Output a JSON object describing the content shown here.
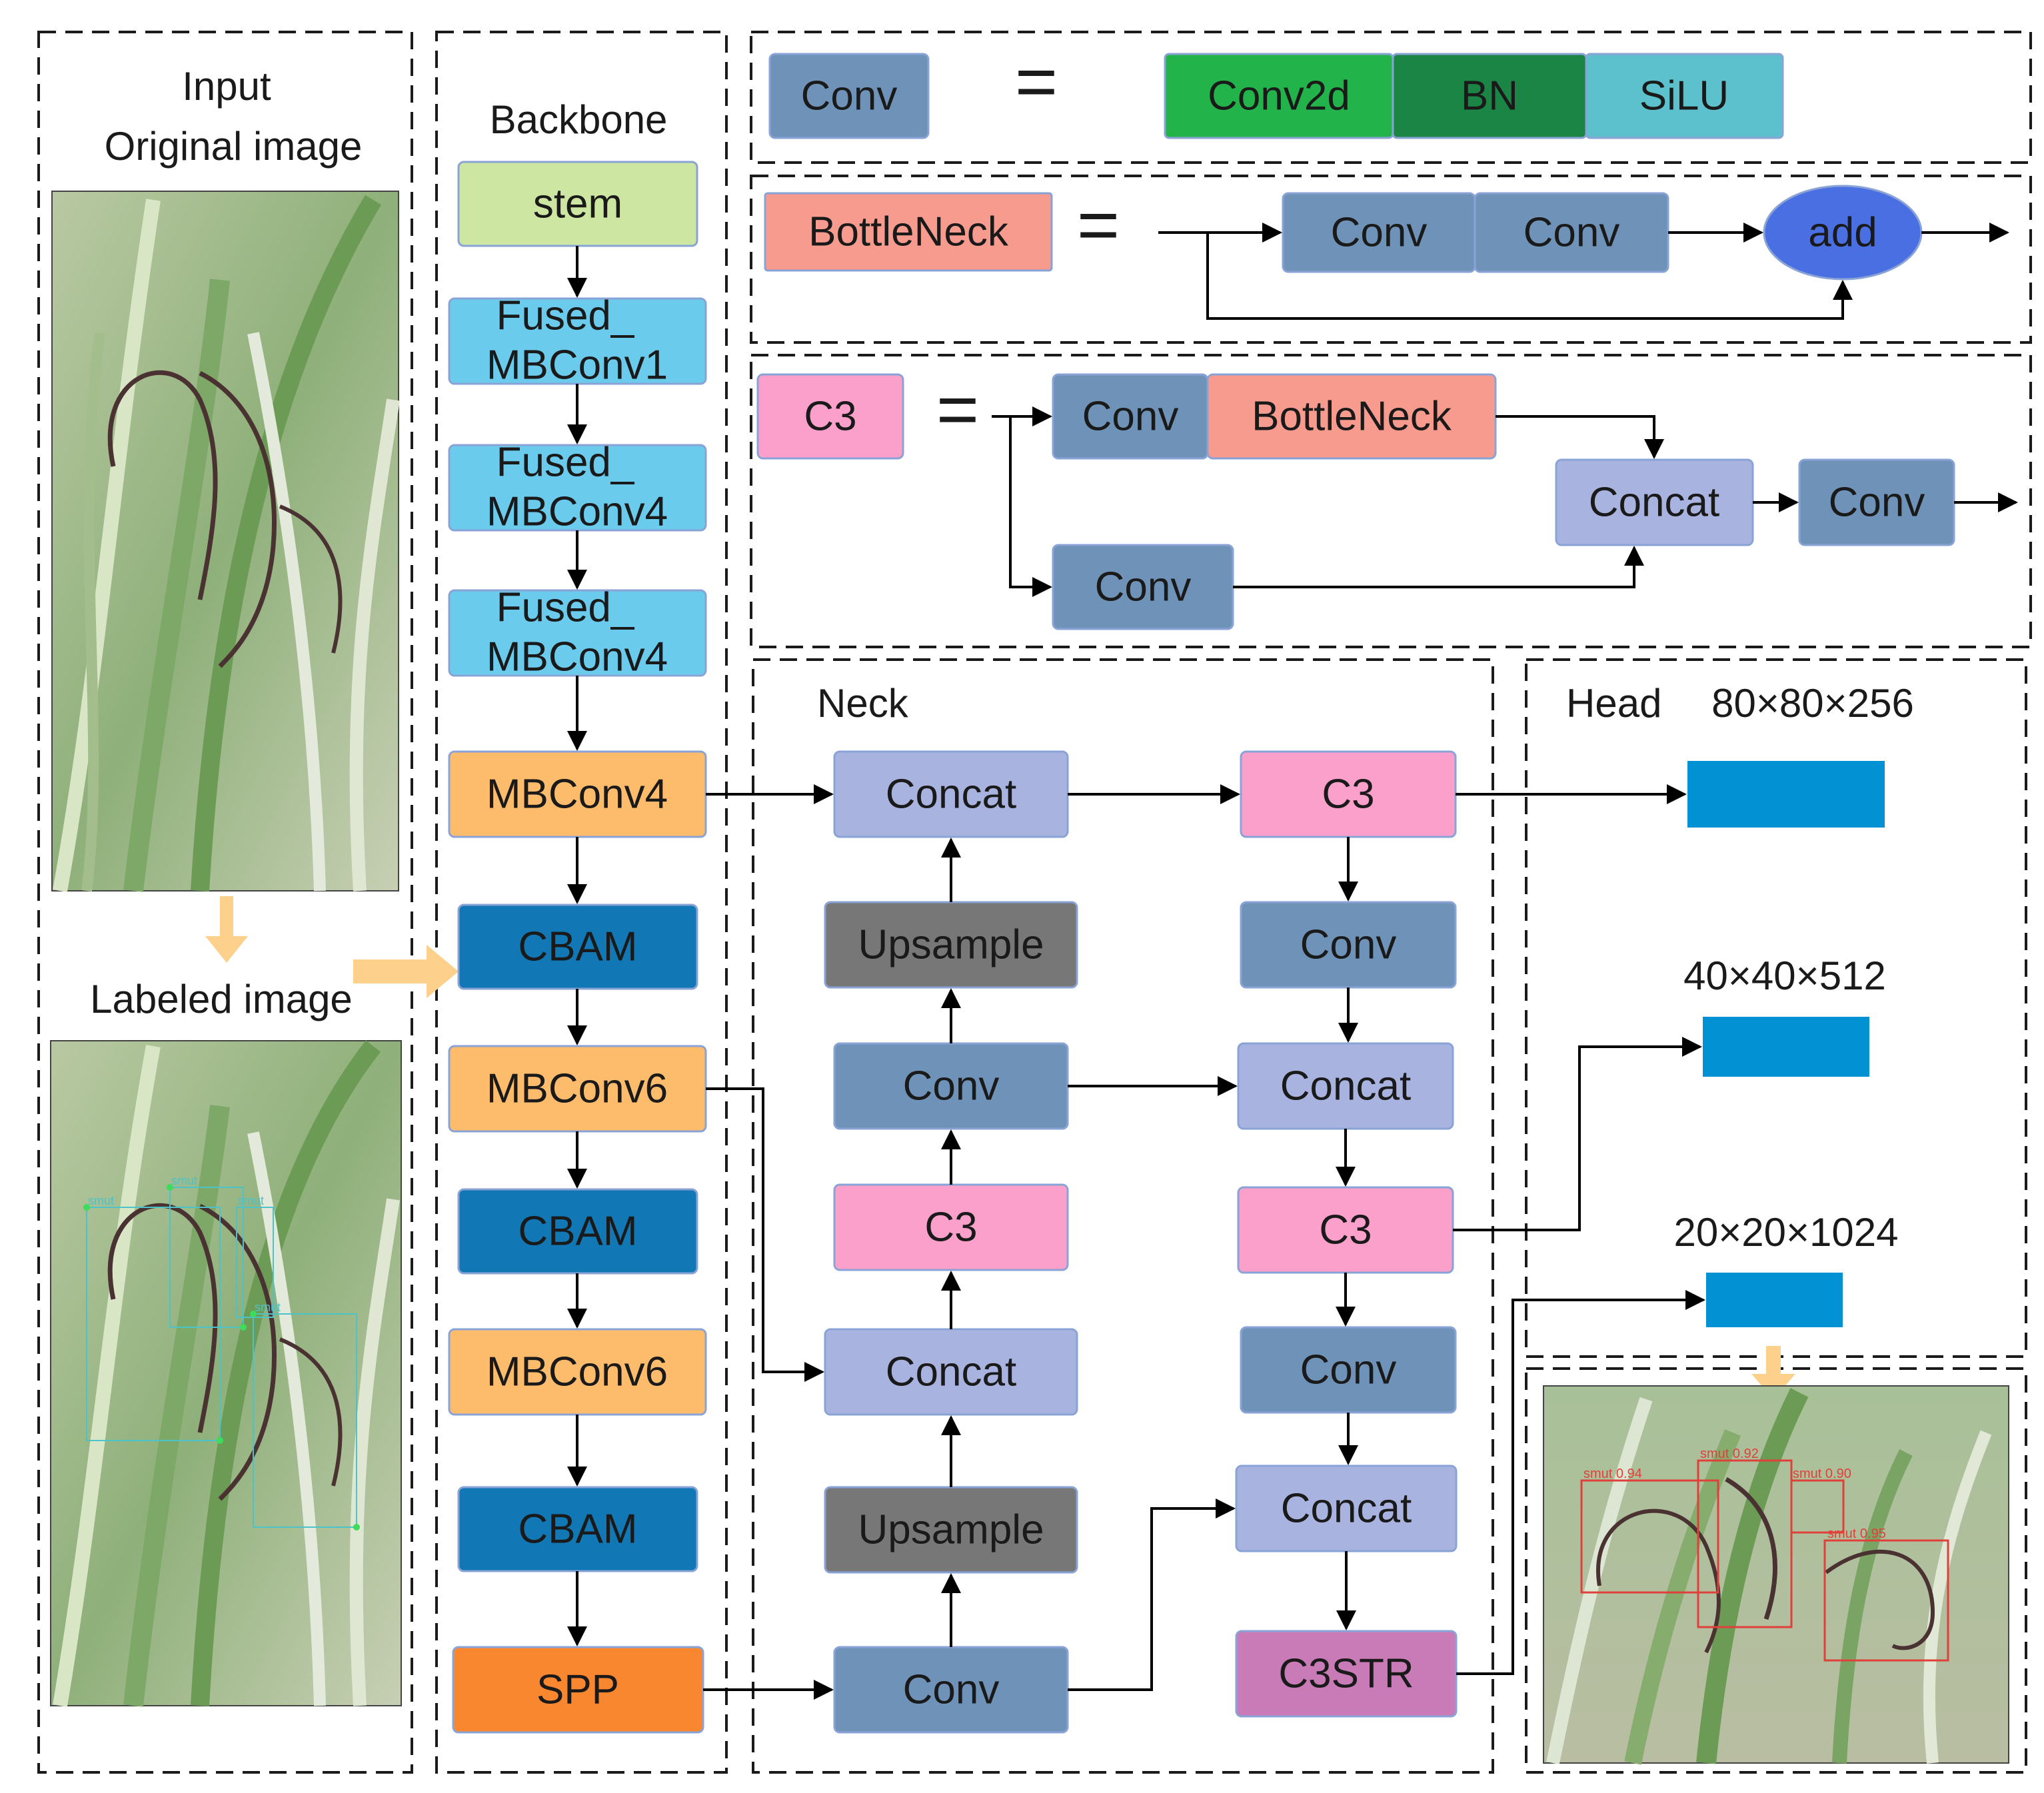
{
  "colors": {
    "conv": "#6f93b8",
    "conv2d": "#22b34a",
    "bn": "#1a8544",
    "silu": "#5cc1cc",
    "bottleneck": "#f79b8e",
    "add": "#4a6fe3",
    "c3": "#fb9fcb",
    "concat": "#a8b4df",
    "upsample": "#777777",
    "stem": "#cde7a2",
    "fused": "#6bcbec",
    "mbconv": "#fdbb6c",
    "cbam": "#1277b5",
    "spp": "#f9872f",
    "c3str": "#c87bb6",
    "head_out": "#0292d4",
    "flow_arrow": "#fdd08c",
    "photo_red": "#e0403a",
    "photo_cyan": "#4bc3c9"
  },
  "labels": {
    "input": "Input",
    "original_image": "Original image",
    "labeled_image": "Labeled image",
    "backbone": "Backbone",
    "neck": "Neck",
    "head": "Head",
    "equals": "="
  },
  "blocks": {
    "conv": "Conv",
    "conv2d": "Conv2d",
    "bn": "BN",
    "silu": "SiLU",
    "bottleneck": "BottleNeck",
    "add": "add",
    "c3": "C3",
    "concat": "Concat",
    "upsample": "Upsample",
    "stem": "stem",
    "fused_line1": "Fused_",
    "fused_mbconv1_line2": "MBConv1",
    "fused_mbconv4_line2": "MBConv4",
    "mbconv4": "MBConv4",
    "mbconv6": "MBConv6",
    "cbam": "CBAM",
    "spp": "SPP",
    "c3str": "C3STR"
  },
  "head_outputs": [
    "80×80×256",
    "40×40×512",
    "20×20×1024"
  ],
  "labeled_tags": [
    "smut",
    "smut",
    "smut",
    "smut"
  ],
  "detections": [
    "smut 0.94",
    "smut 0.92",
    "smut 0.90",
    "smut 0.95"
  ]
}
